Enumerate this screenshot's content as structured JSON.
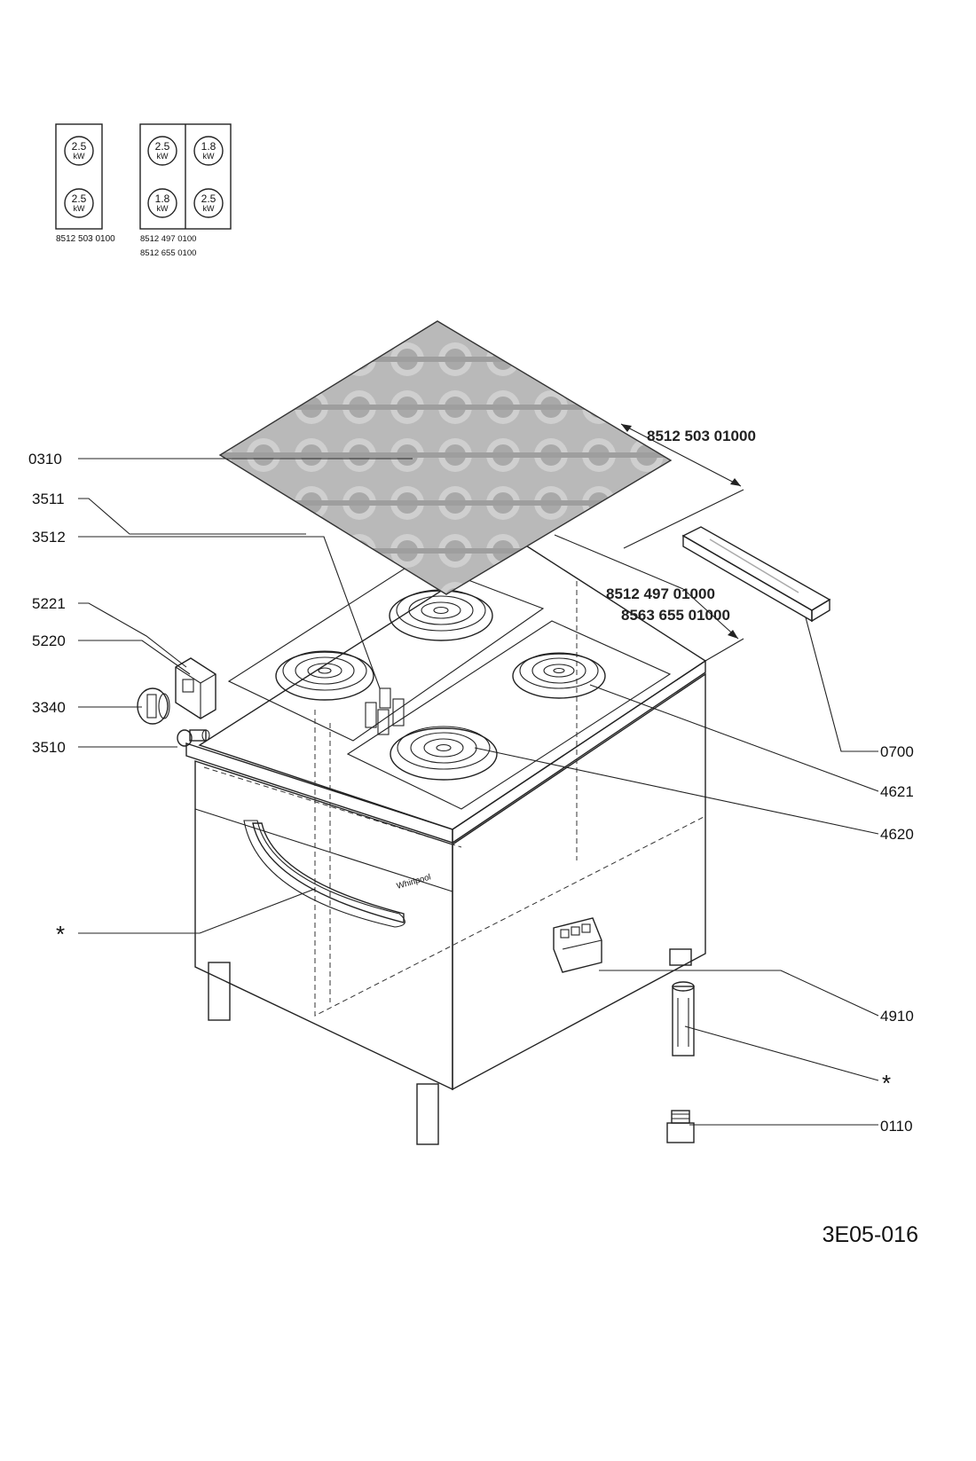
{
  "legend": {
    "panel_a": {
      "zones": [
        {
          "value": "2.5",
          "unit": "kW"
        },
        {
          "value": "2.5",
          "unit": "kW"
        }
      ],
      "codes": [
        "8512 503 0100"
      ]
    },
    "panel_b": {
      "zones": [
        {
          "value": "2.5",
          "unit": "kW"
        },
        {
          "value": "1.8",
          "unit": "kW"
        },
        {
          "value": "1.8",
          "unit": "kW"
        },
        {
          "value": "2.5",
          "unit": "kW"
        }
      ],
      "codes": [
        "8512 497 0100",
        "8512 655 0100"
      ]
    }
  },
  "variants": {
    "top": "8512 503 01000",
    "mid1": "8512 497 01000",
    "mid2": "8563 655 01000"
  },
  "brand": "Whirlpool",
  "parts_left": [
    "0310",
    "3511",
    "3512",
    "5221",
    "5220",
    "3340",
    "3510",
    "*"
  ],
  "parts_right": [
    "0700",
    "4621",
    "4620",
    "4910",
    "*",
    "0110"
  ],
  "drawing_code": "3E05-016"
}
